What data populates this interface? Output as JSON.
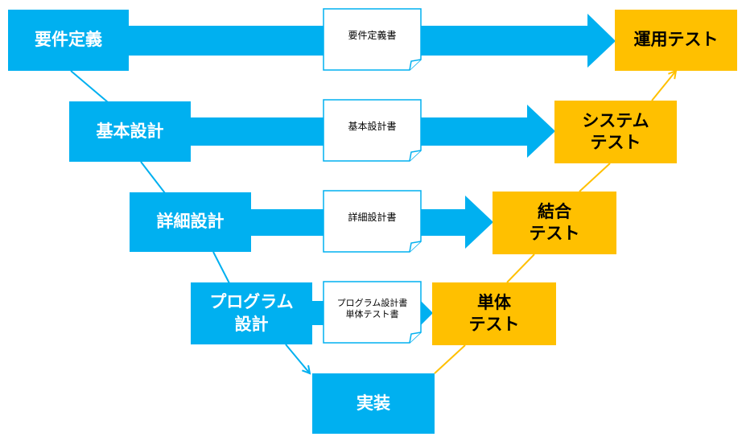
{
  "diagram": {
    "left_phases": [
      {
        "id": "requirements",
        "label": "要件定義"
      },
      {
        "id": "basic-design",
        "label": "基本設計"
      },
      {
        "id": "detail-design",
        "label": "詳細設計"
      },
      {
        "id": "program-design",
        "label": "プログラム\n設計"
      }
    ],
    "documents": [
      {
        "id": "requirements-doc",
        "label": "要件定義書"
      },
      {
        "id": "basic-design-doc",
        "label": "基本設計書"
      },
      {
        "id": "detail-design-doc",
        "label": "詳細設計書"
      },
      {
        "id": "program-design-doc",
        "label": "プログラム設計書\n単体テスト書"
      }
    ],
    "right_phases": [
      {
        "id": "operation-test",
        "label": "運用テスト"
      },
      {
        "id": "system-test",
        "label": "システム\nテスト"
      },
      {
        "id": "integration-test",
        "label": "結合\nテスト"
      },
      {
        "id": "unit-test",
        "label": "単体\nテスト"
      }
    ],
    "bottom_phase": {
      "id": "implementation",
      "label": "実装"
    },
    "colors": {
      "design": "#00b0f0",
      "test": "#ffc000",
      "document_fill": "#ffffff",
      "document_border": "#00b0f0"
    }
  }
}
